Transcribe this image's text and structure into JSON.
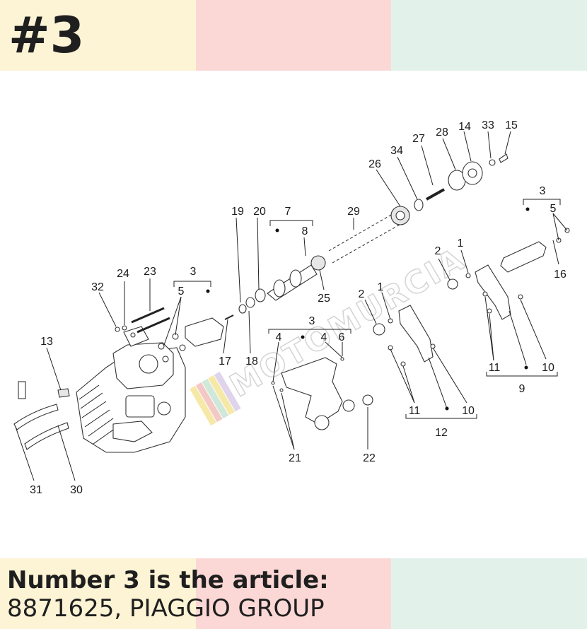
{
  "header": {
    "title": "#3"
  },
  "footer": {
    "line1": "Number 3 is the article:",
    "line2": "8871625, PIAGGIO GROUP"
  },
  "bands": {
    "colors": [
      "#fdf3d5",
      "#fbd8d6",
      "#e2f2ea"
    ]
  },
  "watermark": {
    "text": "MOTOMURCIA",
    "stripe_colors": [
      "#f6e9a8",
      "#f3c9c6",
      "#cfe8d9",
      "#f6e9a8",
      "#e0d4ec"
    ]
  },
  "diagram": {
    "labels": [
      {
        "id": "l13",
        "text": "13"
      },
      {
        "id": "l32",
        "text": "32"
      },
      {
        "id": "l24",
        "text": "24"
      },
      {
        "id": "l23",
        "text": "23"
      },
      {
        "id": "l3a",
        "text": "3"
      },
      {
        "id": "l5a",
        "text": "5"
      },
      {
        "id": "l19",
        "text": "19"
      },
      {
        "id": "l20",
        "text": "20"
      },
      {
        "id": "l7",
        "text": "7"
      },
      {
        "id": "l8",
        "text": "8"
      },
      {
        "id": "l17",
        "text": "17"
      },
      {
        "id": "l18",
        "text": "18"
      },
      {
        "id": "l25",
        "text": "25"
      },
      {
        "id": "l29",
        "text": "29"
      },
      {
        "id": "l26",
        "text": "26"
      },
      {
        "id": "l34",
        "text": "34"
      },
      {
        "id": "l27",
        "text": "27"
      },
      {
        "id": "l28",
        "text": "28"
      },
      {
        "id": "l14",
        "text": "14"
      },
      {
        "id": "l33",
        "text": "33"
      },
      {
        "id": "l15",
        "text": "15"
      },
      {
        "id": "l3b",
        "text": "3"
      },
      {
        "id": "l5b",
        "text": "5"
      },
      {
        "id": "l16",
        "text": "16"
      },
      {
        "id": "l2a",
        "text": "2"
      },
      {
        "id": "l1a",
        "text": "1"
      },
      {
        "id": "l11a",
        "text": "11"
      },
      {
        "id": "l10a",
        "text": "10"
      },
      {
        "id": "l9",
        "text": "9"
      },
      {
        "id": "l2b",
        "text": "2"
      },
      {
        "id": "l1b",
        "text": "1"
      },
      {
        "id": "l3c",
        "text": "3"
      },
      {
        "id": "l4a",
        "text": "4"
      },
      {
        "id": "l4b",
        "text": "4"
      },
      {
        "id": "l6",
        "text": "6"
      },
      {
        "id": "l11b",
        "text": "11"
      },
      {
        "id": "l10b",
        "text": "10"
      },
      {
        "id": "l12",
        "text": "12"
      },
      {
        "id": "l21",
        "text": "21"
      },
      {
        "id": "l22",
        "text": "22"
      },
      {
        "id": "l31",
        "text": "31"
      },
      {
        "id": "l30",
        "text": "30"
      }
    ]
  }
}
